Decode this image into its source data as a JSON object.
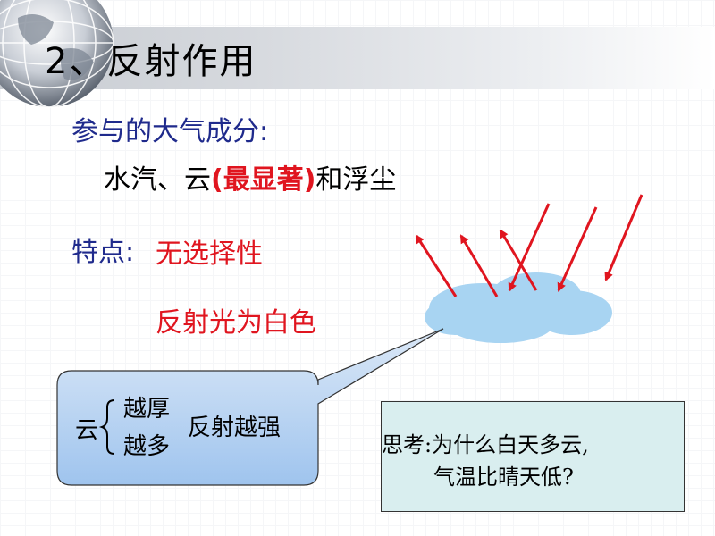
{
  "slide": {
    "title": "2、反射作用",
    "components_label": "参与的大气成分:",
    "components_line": {
      "part1": "水汽、云",
      "part2": "(最显著)",
      "part3": "和浮尘"
    },
    "features_label": "特点:",
    "feature1": "无选择性",
    "feature2": "反射光为白色"
  },
  "callout": {
    "subject": "云",
    "item1": "越厚",
    "item2": "越多",
    "result": "反射越强"
  },
  "think": {
    "line1": "思考:为什么白天多云,",
    "line2": "气温比晴天低?"
  },
  "colors": {
    "title_text": "#000000",
    "label_blue": "#1f2a8c",
    "accent_red": "#e0151f",
    "cloud": "#a8d4f2",
    "callout_fill": "#b9d6f3",
    "think_fill": "#d9eeef"
  }
}
